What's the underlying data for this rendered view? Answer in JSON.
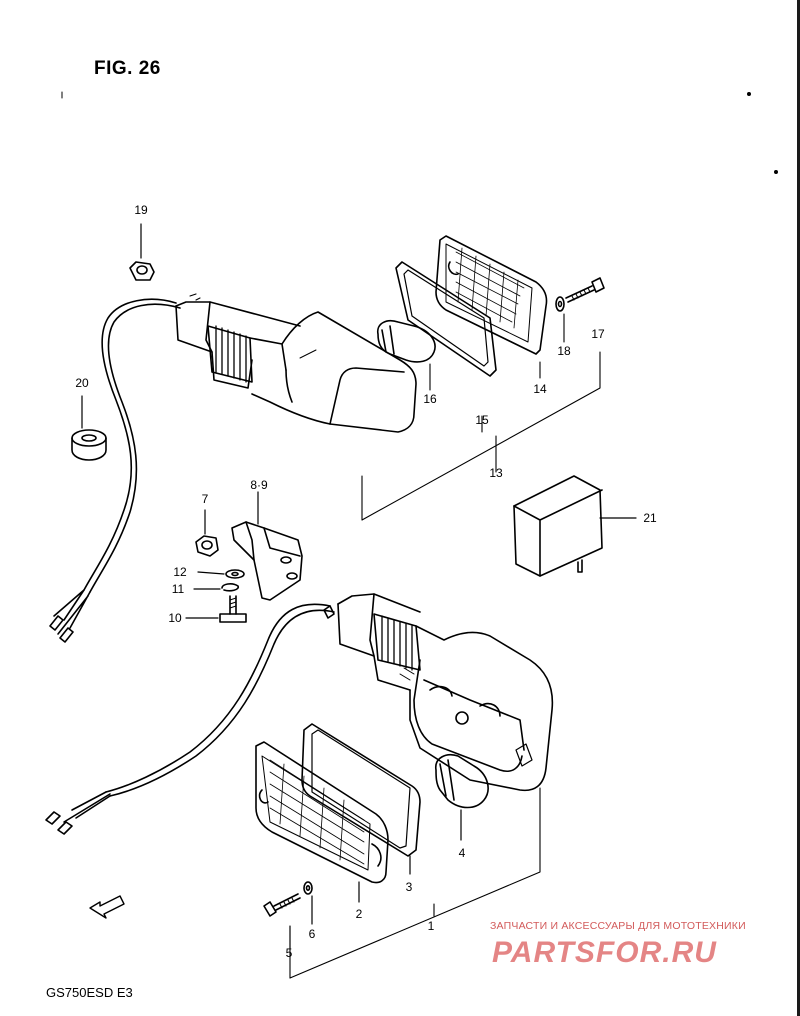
{
  "figure": {
    "title": "FIG. 26",
    "model": "GS750ESD  E3"
  },
  "fwd_arrow_label": "FWD",
  "callouts": [
    {
      "id": "p1",
      "text": "1"
    },
    {
      "id": "p2",
      "text": "2"
    },
    {
      "id": "p3",
      "text": "3"
    },
    {
      "id": "p4",
      "text": "4"
    },
    {
      "id": "p5",
      "text": "5"
    },
    {
      "id": "p6",
      "text": "6"
    },
    {
      "id": "p7",
      "text": "7"
    },
    {
      "id": "p89",
      "text": "8·9"
    },
    {
      "id": "p10",
      "text": "10"
    },
    {
      "id": "p11",
      "text": "11"
    },
    {
      "id": "p12",
      "text": "12"
    },
    {
      "id": "p13",
      "text": "13"
    },
    {
      "id": "p14",
      "text": "14"
    },
    {
      "id": "p15",
      "text": "15"
    },
    {
      "id": "p16",
      "text": "16"
    },
    {
      "id": "p17",
      "text": "17"
    },
    {
      "id": "p18",
      "text": "18"
    },
    {
      "id": "p19",
      "text": "19"
    },
    {
      "id": "p20",
      "text": "20"
    },
    {
      "id": "p21",
      "text": "21"
    }
  ],
  "watermark": {
    "tagline": "ЗАПЧАСТИ И АКСЕССУАРЫ ДЛЯ МОТОТЕХНИКИ",
    "logo_text": "PARTSFOR.RU",
    "color": "#e07070"
  }
}
